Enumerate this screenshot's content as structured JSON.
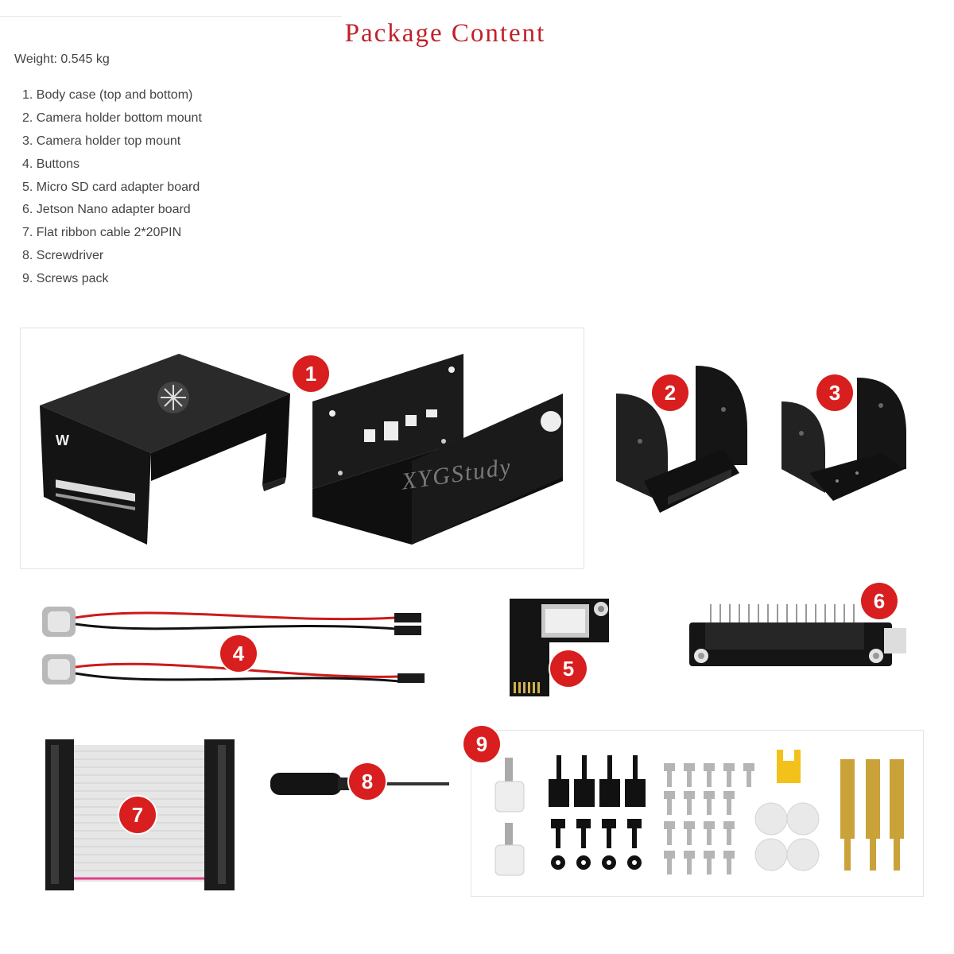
{
  "title": "Package Content",
  "weight": "Weight: 0.545 kg",
  "items": [
    "1. Body case (top and bottom)",
    "2. Camera holder bottom mount",
    "3. Camera holder top mount",
    "4. Buttons",
    "5. Micro SD card adapter board",
    "6. Jetson Nano adapter board",
    "7. Flat ribbon cable 2*20PIN",
    "8. Screwdriver",
    "9. Screws pack"
  ],
  "badges": [
    "1",
    "2",
    "3",
    "4",
    "5",
    "6",
    "7",
    "8",
    "9"
  ],
  "watermark": "XYGStudy",
  "colors": {
    "title": "#c0202a",
    "badge": "#d81e1e",
    "metal": "#1a1a1a"
  }
}
